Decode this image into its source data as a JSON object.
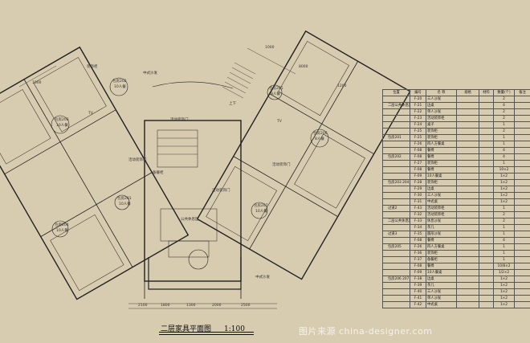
{
  "drawing": {
    "title": "二层家具平面图",
    "scale": "1:100",
    "watermark": "图片来源 china-designer.com"
  },
  "dimensions_top": [
    "1000",
    "8000",
    "1200",
    "1000"
  ],
  "dimensions_bottom": [
    "2100",
    "1800",
    "1300",
    "2000",
    "2500"
  ],
  "room_labels": [
    {
      "key": "pkg_a",
      "text": "包房202"
    },
    {
      "key": "pkg_b",
      "text": "10人餐"
    },
    {
      "key": "pkg_c",
      "text": "包房203"
    },
    {
      "key": "pkg_d",
      "text": "10人餐"
    },
    {
      "key": "pkg_e",
      "text": "包房204"
    },
    {
      "key": "pkg_f",
      "text": "10人餐"
    },
    {
      "key": "pkg_g",
      "text": "包房201"
    },
    {
      "key": "pkg_h",
      "text": "10人餐"
    },
    {
      "key": "pkg_i",
      "text": "包房206"
    },
    {
      "key": "pkg_j",
      "text": "8人餐"
    },
    {
      "key": "pkg_k",
      "text": "包房205"
    },
    {
      "key": "pkg_l",
      "text": "8人餐"
    },
    {
      "key": "pkg_m",
      "text": "包房207"
    },
    {
      "key": "pkg_n",
      "text": "10人餐"
    },
    {
      "key": "public",
      "text": "公共休息区"
    },
    {
      "key": "stairs",
      "text": "上下"
    },
    {
      "key": "deco1",
      "text": "活动装饰门"
    },
    {
      "key": "deco2",
      "text": "活动装饰门"
    },
    {
      "key": "deco3",
      "text": "活动装饰门"
    },
    {
      "key": "deco4",
      "text": "活动装饰门"
    },
    {
      "key": "cabinet",
      "text": "装饰柜"
    },
    {
      "key": "sofa1",
      "text": "中式沙发"
    },
    {
      "key": "sofa2",
      "text": "中式沙发"
    },
    {
      "key": "side",
      "text": "备餐柜"
    },
    {
      "key": "tv",
      "text": "TV"
    },
    {
      "key": "tv2",
      "text": "TV"
    }
  ],
  "schedule": {
    "headers": [
      "位置",
      "编号",
      "名  称",
      "规格",
      "材料",
      "数量(个)",
      "备注"
    ],
    "rows": [
      {
        "loc": "",
        "code": "F-20",
        "name": "三人沙发",
        "qty": "2",
        "note": ""
      },
      {
        "loc": "二层公共休息区",
        "code": "F-21",
        "name": "边桌",
        "qty": "4",
        "note": ""
      },
      {
        "loc": "",
        "code": "F-22",
        "name": "单人沙发",
        "qty": "2",
        "note": ""
      },
      {
        "loc": "",
        "code": "F-23",
        "name": "活动装饰柜",
        "qty": "2",
        "note": ""
      },
      {
        "loc": "",
        "code": "F-24",
        "name": "桌子",
        "qty": "1",
        "note": ""
      },
      {
        "loc": "",
        "code": "F-25",
        "name": "装饰柜",
        "qty": "2",
        "note": ""
      },
      {
        "loc": "包房201",
        "code": "F-25",
        "name": "装饰柜",
        "qty": "1",
        "note": ""
      },
      {
        "loc": "",
        "code": "F-26",
        "name": "四人方餐桌",
        "qty": "1",
        "note": ""
      },
      {
        "loc": "",
        "code": "F-08",
        "name": "餐椅",
        "qty": "4",
        "note": ""
      },
      {
        "loc": "包房202",
        "code": "F-08",
        "name": "餐椅",
        "qty": "4",
        "note": ""
      },
      {
        "loc": "",
        "code": "F-27",
        "name": "装饰柜",
        "qty": "1",
        "note": ""
      },
      {
        "loc": "",
        "code": "F-08",
        "name": "餐椅",
        "qty": "10×2",
        "note": ""
      },
      {
        "loc": "",
        "code": "F-09",
        "name": "10人餐桌",
        "qty": "1×2",
        "note": ""
      },
      {
        "loc": "包房203 204",
        "code": "F-28",
        "name": "装饰柜",
        "qty": "1×2",
        "note": ""
      },
      {
        "loc": "",
        "code": "F-29",
        "name": "边桌",
        "qty": "1×2",
        "note": ""
      },
      {
        "loc": "",
        "code": "F-30",
        "name": "三人沙发",
        "qty": "1×2",
        "note": ""
      },
      {
        "loc": "",
        "code": "F-31",
        "name": "中式桌",
        "qty": "1×2",
        "note": ""
      },
      {
        "loc": "过道2",
        "code": "F-43",
        "name": "活动装饰柜",
        "qty": "1",
        "note": ""
      },
      {
        "loc": "",
        "code": "F-32",
        "name": "活动装饰柜",
        "qty": "2",
        "note": ""
      },
      {
        "loc": "二层公共休息区",
        "code": "F-33",
        "name": "休息沙发",
        "qty": "2",
        "note": ""
      },
      {
        "loc": "",
        "code": "F-34",
        "name": "茶几",
        "qty": "1",
        "note": ""
      },
      {
        "loc": "过道3",
        "code": "F-35",
        "name": "圆形沙发",
        "qty": "1",
        "note": ""
      },
      {
        "loc": "",
        "code": "F-08",
        "name": "餐椅",
        "qty": "4",
        "note": ""
      },
      {
        "loc": "包房205",
        "code": "F-26",
        "name": "四人方餐桌",
        "qty": "1",
        "note": ""
      },
      {
        "loc": "",
        "code": "F-36",
        "name": "装饰柜",
        "qty": "1",
        "note": ""
      },
      {
        "loc": "",
        "code": "F-37",
        "name": "备餐柜",
        "qty": "1",
        "note": ""
      },
      {
        "loc": "",
        "code": "F-08",
        "name": "餐椅",
        "qty": "10/8×2",
        "note": ""
      },
      {
        "loc": "",
        "code": "F-09",
        "name": "10人餐桌",
        "qty": "1/2×2",
        "note": ""
      },
      {
        "loc": "包房206 207",
        "code": "F-38",
        "name": "边桌",
        "qty": "1×2",
        "note": ""
      },
      {
        "loc": "",
        "code": "F-39",
        "name": "茶几",
        "qty": "1×2",
        "note": ""
      },
      {
        "loc": "",
        "code": "F-40",
        "name": "三人沙发",
        "qty": "1×2",
        "note": ""
      },
      {
        "loc": "",
        "code": "F-41",
        "name": "单人沙发",
        "qty": "1×2",
        "note": ""
      },
      {
        "loc": "",
        "code": "F-42",
        "name": "中式桌",
        "qty": "1×2",
        "note": ""
      }
    ]
  }
}
